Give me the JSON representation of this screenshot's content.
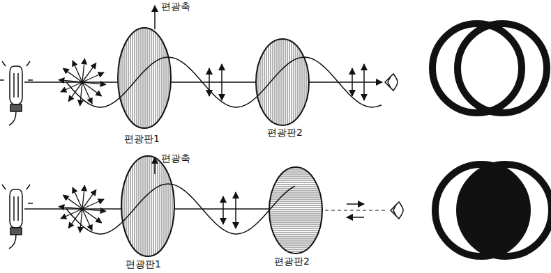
{
  "diagram": {
    "labels": [
      "편광축",
      "편광판1",
      "편광판2",
      "편광축",
      "편광판1",
      "편광판2"
    ]
  }
}
